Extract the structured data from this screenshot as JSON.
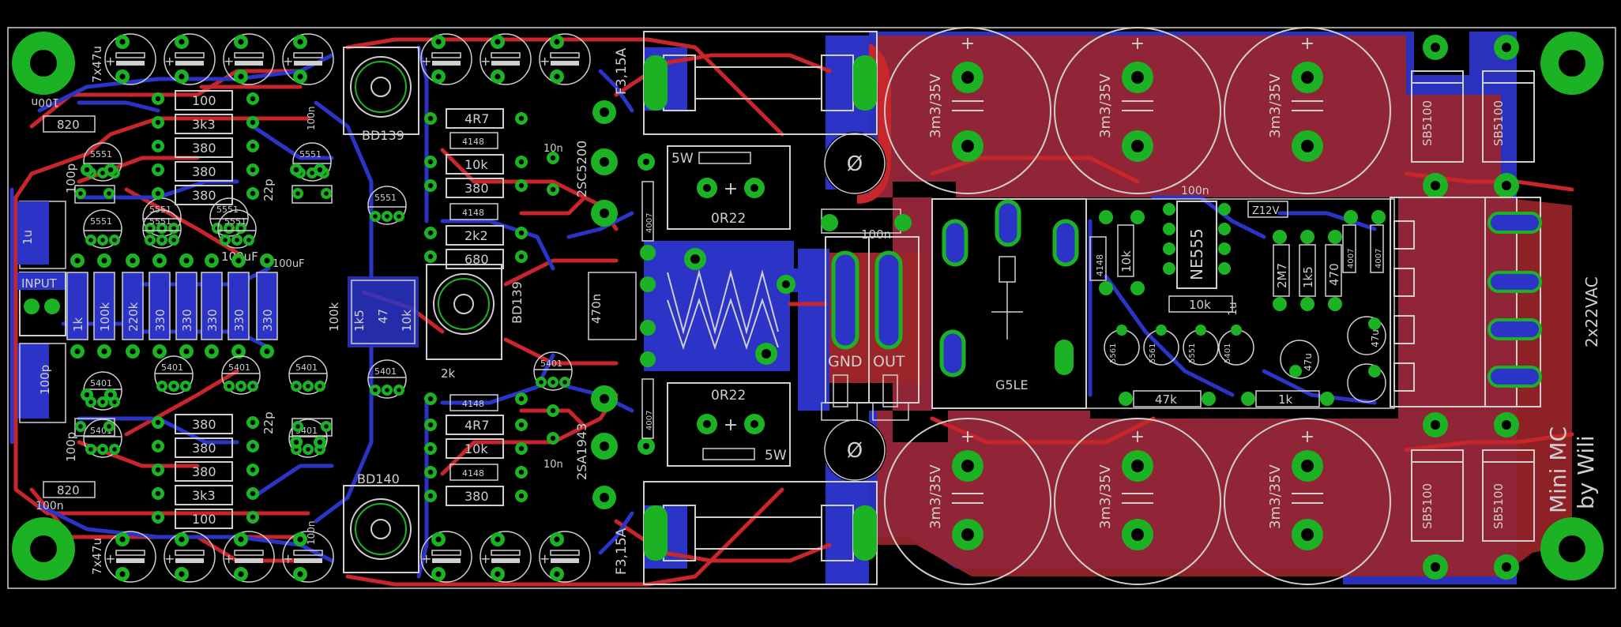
{
  "board": {
    "title": "Mini MC",
    "author": "by Wili",
    "supply_label": "2x22VAC"
  },
  "connectors": {
    "input": "INPUT",
    "gnd": "GND",
    "out": "OUT"
  },
  "resistors": {
    "r100_top": "100",
    "r3k3_top": "3k3",
    "r380_a": "380",
    "r380_b": "380",
    "r380_c": "380",
    "r380_d": "380",
    "r380_e": "380",
    "r3k3_bot": "3k3",
    "r100_bot": "100",
    "r4r7_top": "4R7",
    "r10k_top": "10k",
    "r380_f": "380",
    "r2k2": "2k2",
    "r680": "680",
    "r4r7_bot": "4R7",
    "r10k_bot": "10k",
    "r380_g": "380",
    "r0r22_top": "0R22",
    "r0r22_bot": "0R22",
    "r5w_top": "5W",
    "r5w_bot": "5W",
    "r1k_row": [
      "1k",
      "100k",
      "220k",
      "330",
      "330",
      "330",
      "330",
      "330"
    ],
    "r1k5": "1k5",
    "r47": "47",
    "r10k_v": "10k",
    "r100k_v": "100k",
    "r820_top": "820",
    "r820_bot": "820",
    "r47k": "47k",
    "r1k": "1k",
    "r10k_right": "10k",
    "r10k_right2": "10k",
    "r2m7": "2M7",
    "r1k5_right": "1k5",
    "r470": "470",
    "r2k": "2k"
  },
  "capacitors": {
    "c7x47u_top": "7x47u",
    "c7x47u_bot": "7x47u",
    "c100n_tl": "100n",
    "c100n_bl": "100n",
    "c100p_a": "100p",
    "c100p_b": "100p",
    "c100p_c": "100p",
    "c22p_top": "22p",
    "c22p_bot": "22p",
    "c100uf": "100uF",
    "c100uf_b": "100uF",
    "c1u": "1u",
    "c10n_top": "10n",
    "c10n_bot": "10n",
    "c470n": "470n",
    "c100n_mid": "100n",
    "c100n_top_r": "100n",
    "c100n_bot_r": "100n",
    "c100n_right": "100n",
    "c1u_right": "1u",
    "c47u_a": "47u",
    "c47u_b": "47u",
    "big_caps": [
      "3m3/35V",
      "3m3/35V",
      "3m3/35V",
      "3m3/35V",
      "3m3/35V",
      "3m3/35V"
    ]
  },
  "semis": {
    "bd139_top": "BD139",
    "bd139_mid": "BD139",
    "bd140": "BD140",
    "sc5200": "2SC5200",
    "sa1943": "2SA1943",
    "d4148": [
      "4148",
      "4148",
      "4148",
      "4148",
      "4148"
    ],
    "d4007": [
      "4007",
      "4007",
      "4007",
      "4007"
    ],
    "sb5100": [
      "SB5100",
      "SB5100",
      "SB5100",
      "SB5100"
    ],
    "ne555": "NE555",
    "z12v": "Z12V",
    "q5551": [
      "5551",
      "5551",
      "5551",
      "5551",
      "5551",
      "5551",
      "5551",
      "5551"
    ],
    "q5401": [
      "5401",
      "5401",
      "5401",
      "5401",
      "5401",
      "5401",
      "5401",
      "5401"
    ],
    "q5561": [
      "5561",
      "5561",
      "5551",
      "5401"
    ]
  },
  "misc": {
    "fuse_top": "F3,15A",
    "fuse_bot": "F3,15A",
    "relay": "G5LE"
  },
  "colors": {
    "top_copper": "#c8262b",
    "bottom_copper": "#2b34c7",
    "pads": "#1bb324",
    "silkscreen": "#cfcfcf",
    "background": "#000000"
  }
}
